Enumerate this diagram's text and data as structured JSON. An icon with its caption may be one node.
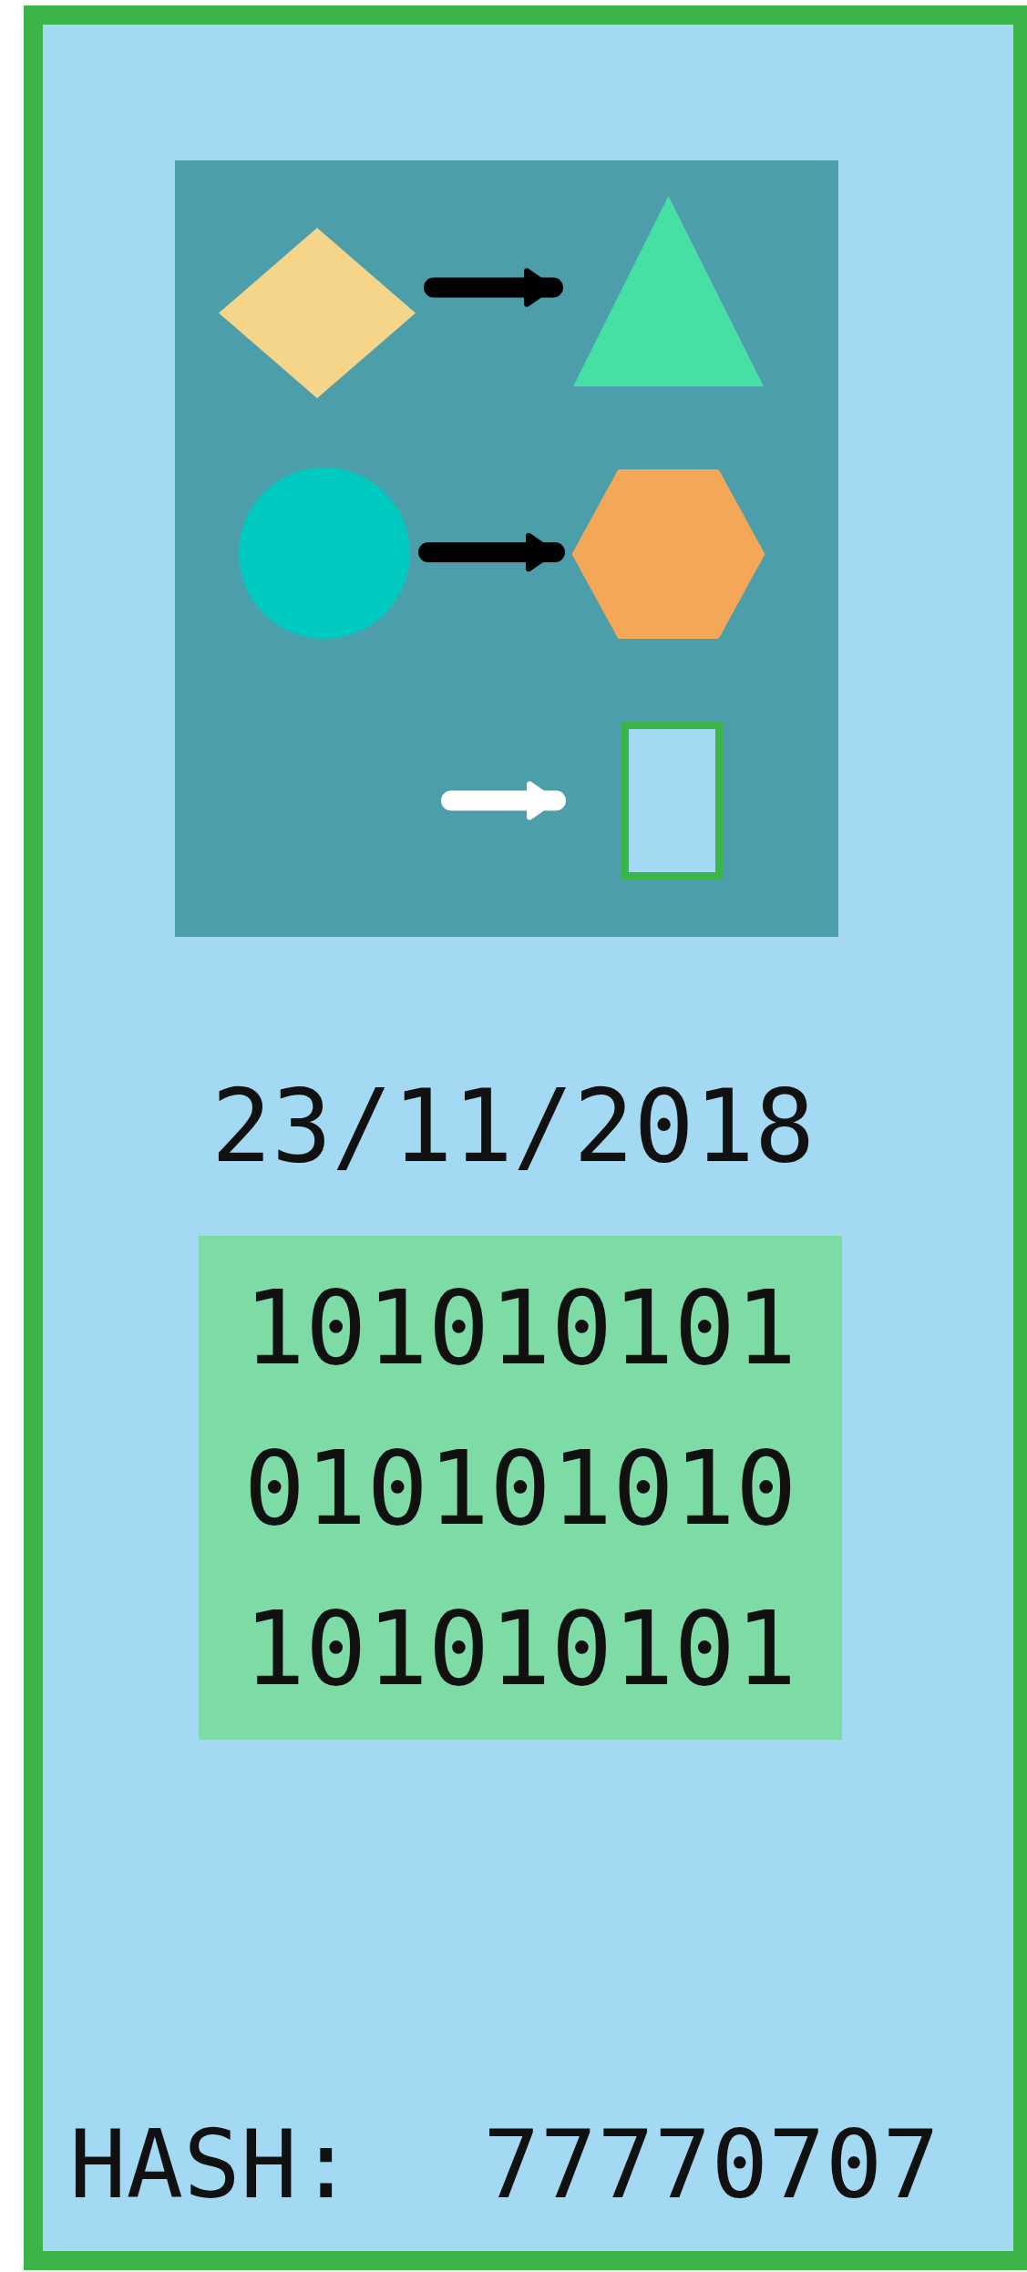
{
  "diagram": {
    "nodes": [
      {
        "text": [],
        "shape": "box"
      },
      {
        "text": [],
        "shape": "diamond",
        "in": 0
      },
      {
        "text": [],
        "shape": "triangle",
        "in": 0
      },
      {
        "text": [],
        "shape": "circle",
        "in": 0
      },
      {
        "text": [],
        "shape": "hexagon",
        "in": 0
      },
      {
        "text": [],
        "shape": "box",
        "in": 0
      },
      {
        "text": [
          "101010101 010101010 101010101"
        ]
      }
    ],
    "edges": [
      {
        "from": 1,
        "to": 2,
        "arrow": "to"
      },
      {
        "from": 3,
        "to": 4,
        "arrow": "to"
      },
      {
        "from": null,
        "to": 5,
        "arrow": "to",
        "color": "#ffffff"
      }
    ],
    "labels": [
      "23/11/2018",
      "HASH:",
      "77770707"
    ]
  }
}
